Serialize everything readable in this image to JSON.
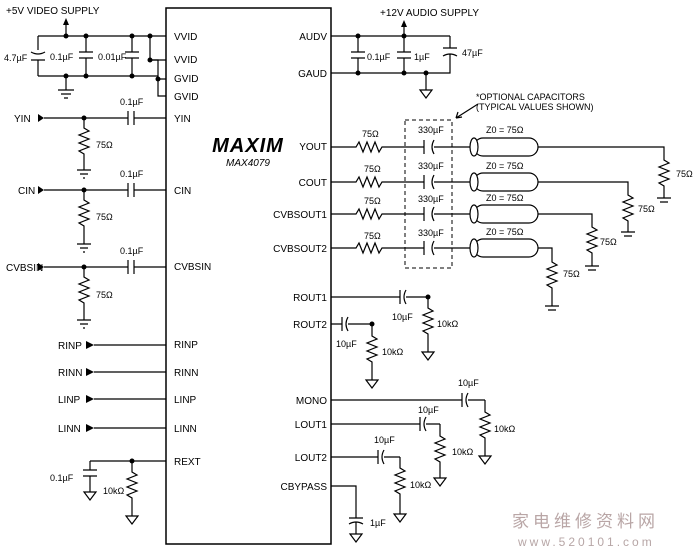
{
  "chip": {
    "brand": "MAXIM",
    "part": "MAX4079"
  },
  "supplies": {
    "video": "+5V VIDEO SUPPLY",
    "audio": "+12V AUDIO SUPPLY"
  },
  "note": {
    "line1": "*OPTIONAL CAPACITORS",
    "line2": "(TYPICAL VALUES SHOWN)"
  },
  "left_pins": [
    "VVID",
    "VVID",
    "GVID",
    "GVID",
    "YIN",
    "CIN",
    "CVBSIN",
    "RINP",
    "RINN",
    "LINP",
    "LINN",
    "REXT"
  ],
  "right_pins": [
    "AUDV",
    "GAUD",
    "YOUT",
    "COUT",
    "CVBSOUT1",
    "CVBSOUT2",
    "ROUT1",
    "ROUT2",
    "MONO",
    "LOUT1",
    "LOUT2",
    "CBYPASS"
  ],
  "inputs": [
    "YIN",
    "CIN",
    "CVBSIN",
    "RINP",
    "RINN",
    "LINP",
    "LINN"
  ],
  "values": {
    "c47u": "4.7µF",
    "c01u": "0.1µF",
    "c001u": "0.01µF",
    "c1u": "1µF",
    "c47u_audio": "47µF",
    "r75": "75Ω",
    "c330": "330µF",
    "z0": "Z0 = 75Ω",
    "c10u": "10µF",
    "r10k": "10kΩ"
  },
  "watermark": {
    "cn": "家电维修资料网",
    "url": "www.520101.com"
  }
}
